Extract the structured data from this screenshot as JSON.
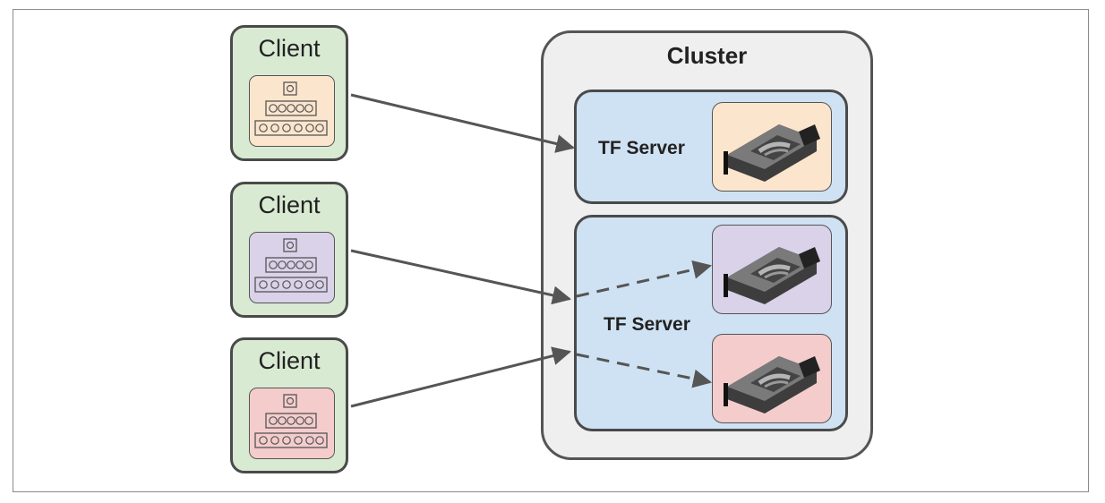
{
  "clients": [
    {
      "label": "Client",
      "color": "#fce5cd"
    },
    {
      "label": "Client",
      "color": "#d9d2e9"
    },
    {
      "label": "Client",
      "color": "#f4cccc"
    }
  ],
  "cluster": {
    "title": "Cluster"
  },
  "servers": [
    {
      "label": "TF Server",
      "gpu_colors": [
        "#fce5cd"
      ]
    },
    {
      "label": "TF Server",
      "gpu_colors": [
        "#d9d2e9",
        "#f4cccc"
      ]
    }
  ],
  "colors": {
    "client_bg": "#d9ead3",
    "cluster_bg": "#efefef",
    "server_bg": "#cfe2f3",
    "arrow": "#555555"
  },
  "icons": [
    "process-stack-icon",
    "gpu-card-icon"
  ]
}
